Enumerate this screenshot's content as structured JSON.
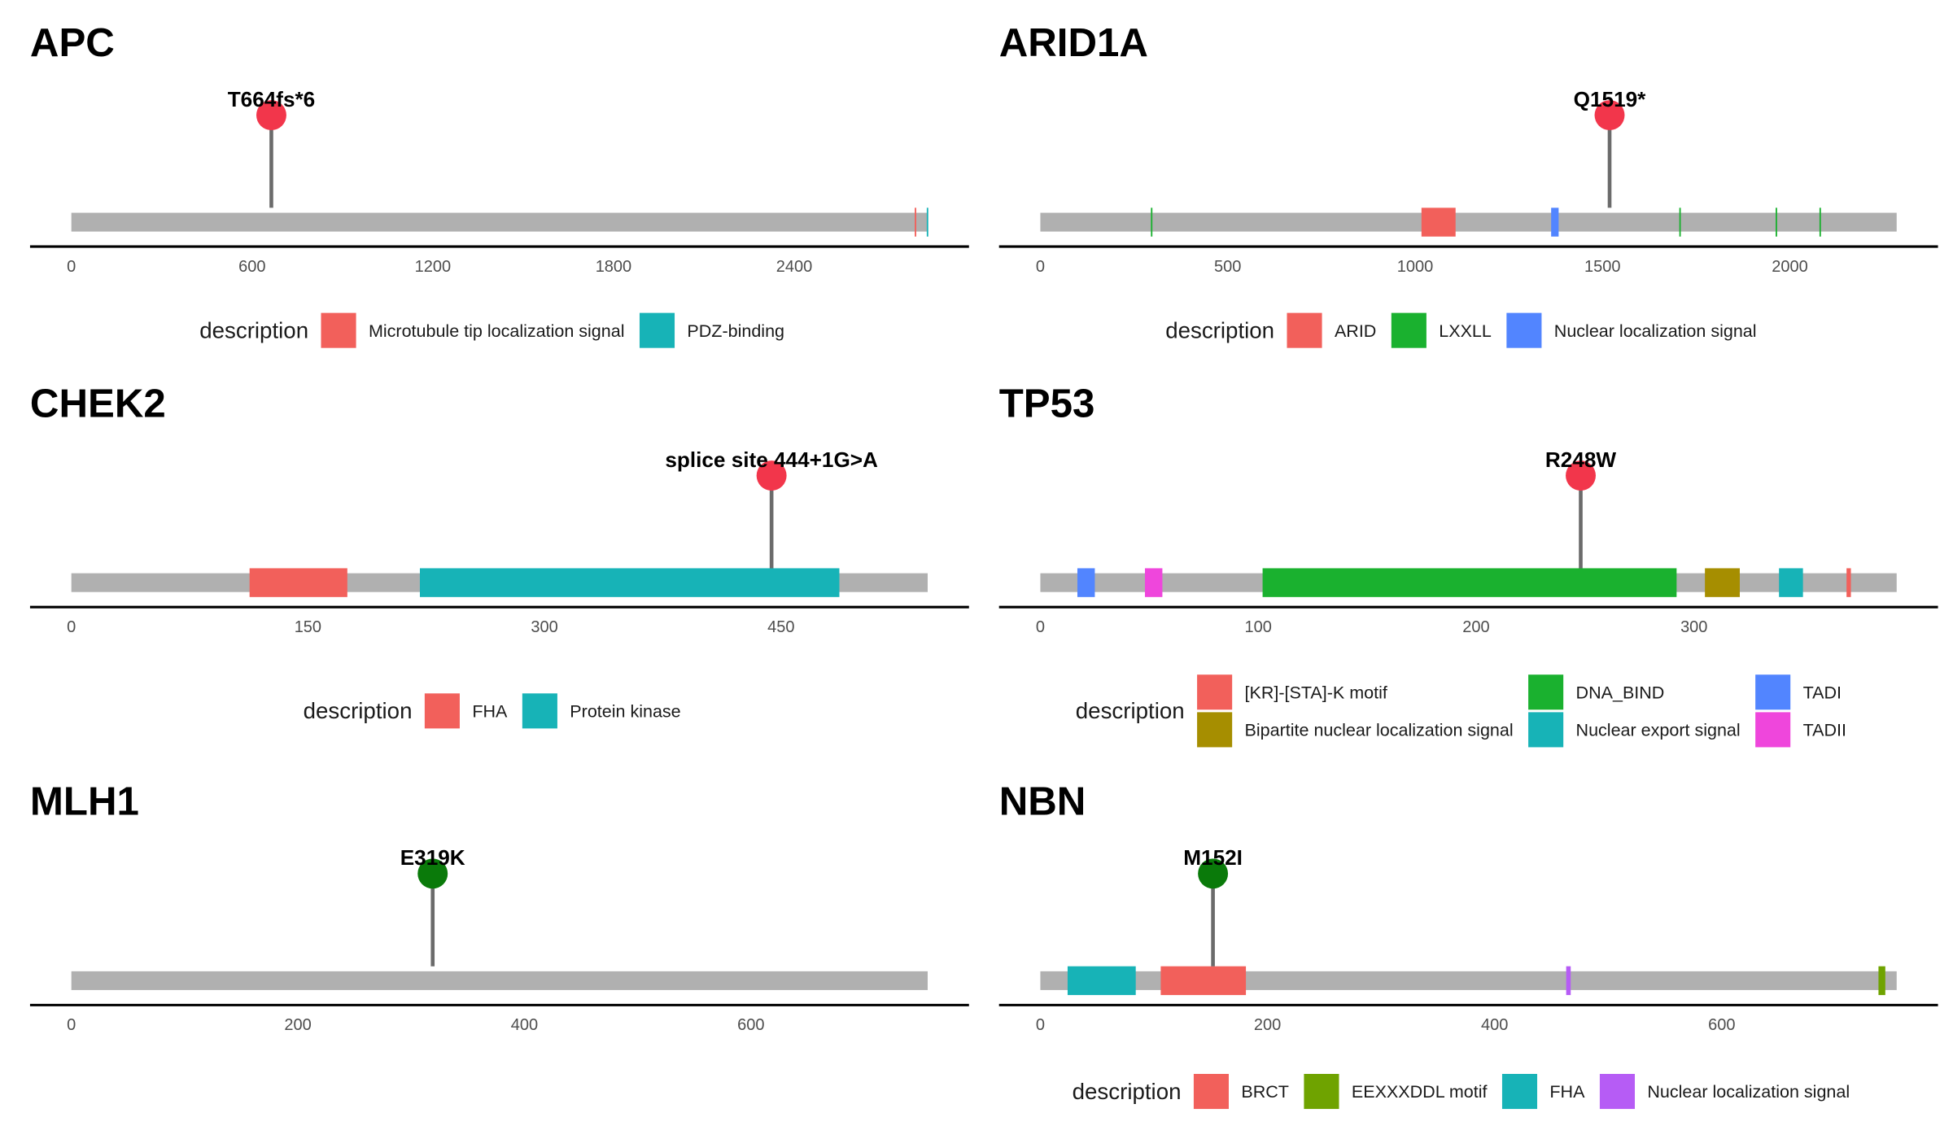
{
  "chart_data": [
    {
      "type": "lollipop",
      "title": "APC",
      "length": 2843,
      "ticks": [
        0,
        600,
        1200,
        1800,
        2400
      ],
      "legend_title": "description",
      "legend_ncol": 2,
      "legend": [
        {
          "label": "Microtubule tip localization signal",
          "color": "#F2605B"
        },
        {
          "label": "PDZ-binding",
          "color": "#17B3B7"
        }
      ],
      "domains": [
        {
          "desc": 0,
          "start": 2800,
          "end": 2803
        },
        {
          "desc": 1,
          "start": 2840,
          "end": 2843
        }
      ],
      "mutations": [
        {
          "label": "T664fs*6",
          "pos": 664,
          "color": "#F2364B"
        }
      ]
    },
    {
      "type": "lollipop",
      "title": "ARID1A",
      "length": 2285,
      "ticks": [
        0,
        500,
        1000,
        1500,
        2000
      ],
      "legend_title": "description",
      "legend_ncol": 3,
      "legend": [
        {
          "label": "ARID",
          "color": "#F2605B"
        },
        {
          "label": "LXXLL",
          "color": "#1AB12F"
        },
        {
          "label": "Nuclear localization signal",
          "color": "#5285FF"
        }
      ],
      "domains": [
        {
          "desc": 0,
          "start": 1017,
          "end": 1108
        },
        {
          "desc": 1,
          "start": 295,
          "end": 299
        },
        {
          "desc": 1,
          "start": 1705,
          "end": 1709
        },
        {
          "desc": 1,
          "start": 1962,
          "end": 1966
        },
        {
          "desc": 1,
          "start": 2079,
          "end": 2083
        },
        {
          "desc": 2,
          "start": 1363,
          "end": 1383
        }
      ],
      "mutations": [
        {
          "label": "Q1519*",
          "pos": 1519,
          "color": "#F2364B"
        }
      ]
    },
    {
      "type": "lollipop",
      "title": "CHEK2",
      "length": 543,
      "ticks": [
        0,
        150,
        300,
        450
      ],
      "legend_title": "description",
      "legend_ncol": 2,
      "legend": [
        {
          "label": "FHA",
          "color": "#F2605B"
        },
        {
          "label": "Protein kinase",
          "color": "#17B3B7"
        }
      ],
      "domains": [
        {
          "desc": 0,
          "start": 113,
          "end": 175
        },
        {
          "desc": 1,
          "start": 221,
          "end": 487
        }
      ],
      "mutations": [
        {
          "label": "splice site 444+1G>A",
          "pos": 444,
          "color": "#F2364B"
        }
      ]
    },
    {
      "type": "lollipop",
      "title": "TP53",
      "length": 393,
      "ticks": [
        0,
        100,
        200,
        300
      ],
      "legend_title": "description",
      "legend_ncol": 3,
      "legend_nrow": 2,
      "legend": [
        {
          "label": "[KR]-[STA]-K motif",
          "color": "#F2605B"
        },
        {
          "label": "Bipartite nuclear localization signal",
          "color": "#A68E00"
        },
        {
          "label": "DNA_BIND",
          "color": "#1AB12F"
        },
        {
          "label": "Nuclear export signal",
          "color": "#17B3B7"
        },
        {
          "label": "TADI",
          "color": "#5285FF"
        },
        {
          "label": "TADII",
          "color": "#EF46DC"
        }
      ],
      "domains": [
        {
          "desc": 4,
          "start": 17,
          "end": 25
        },
        {
          "desc": 5,
          "start": 48,
          "end": 56
        },
        {
          "desc": 2,
          "start": 102,
          "end": 292
        },
        {
          "desc": 1,
          "start": 305,
          "end": 321
        },
        {
          "desc": 3,
          "start": 339,
          "end": 350
        },
        {
          "desc": 0,
          "start": 370,
          "end": 372
        }
      ],
      "mutations": [
        {
          "label": "R248W",
          "pos": 248,
          "color": "#F2364B"
        }
      ]
    },
    {
      "type": "lollipop",
      "title": "MLH1",
      "length": 756,
      "ticks": [
        0,
        200,
        400,
        600
      ],
      "legend": [],
      "domains": [],
      "mutations": [
        {
          "label": "E319K",
          "pos": 319,
          "color": "#0A7A0A"
        }
      ]
    },
    {
      "type": "lollipop",
      "title": "NBN",
      "length": 754,
      "ticks": [
        0,
        200,
        400,
        600
      ],
      "legend_title": "description",
      "legend_ncol": 4,
      "legend": [
        {
          "label": "BRCT",
          "color": "#F2605B"
        },
        {
          "label": "EEXXXDDL motif",
          "color": "#6FA300"
        },
        {
          "label": "FHA",
          "color": "#17B3B7"
        },
        {
          "label": "Nuclear localization signal",
          "color": "#B65CF5"
        }
      ],
      "domains": [
        {
          "desc": 2,
          "start": 24,
          "end": 84
        },
        {
          "desc": 0,
          "start": 106,
          "end": 181
        },
        {
          "desc": 3,
          "start": 463,
          "end": 467
        },
        {
          "desc": 1,
          "start": 738,
          "end": 744
        }
      ],
      "mutations": [
        {
          "label": "M152I",
          "pos": 152,
          "color": "#0A7A0A"
        }
      ]
    }
  ]
}
